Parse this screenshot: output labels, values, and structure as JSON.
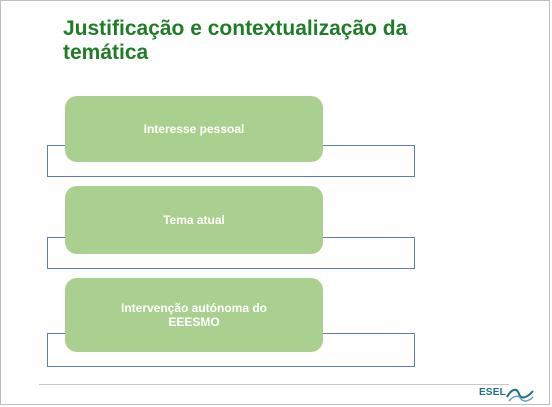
{
  "slide": {
    "title": "Justificação e contextualização da temática",
    "items": [
      {
        "label": "Interesse pessoal"
      },
      {
        "label": "Tema atual"
      },
      {
        "label": "Intervenção autónoma do EEESMO"
      }
    ],
    "logo": {
      "text": "ESEL"
    }
  },
  "colors": {
    "title": "#1e7d26",
    "card_fill": "#a9d08e",
    "card_text": "#ffffff",
    "outline": "#5b7bbf"
  }
}
